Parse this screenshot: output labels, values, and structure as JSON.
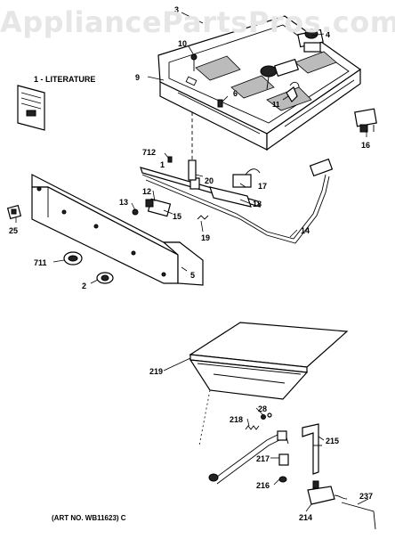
{
  "watermark": "AppliancePartsPros.com",
  "literature_label": "1 - LITERATURE",
  "art_number": "(ART NO. WB11623) C",
  "callouts": {
    "c1": "1",
    "c2": "2",
    "c3": "3",
    "c4": "4",
    "c5": "5",
    "c6": "6",
    "c9": "9",
    "c10": "10",
    "c11": "11",
    "c12": "12",
    "c13": "13",
    "c14": "14",
    "c15": "15",
    "c16": "16",
    "c17": "17",
    "c18": "18",
    "c19": "19",
    "c20": "20",
    "c25": "25",
    "c28": "28",
    "c214": "214",
    "c215": "215",
    "c216": "216",
    "c217": "217",
    "c218": "218",
    "c219": "219",
    "c237": "237",
    "c711": "711",
    "c712": "712"
  }
}
